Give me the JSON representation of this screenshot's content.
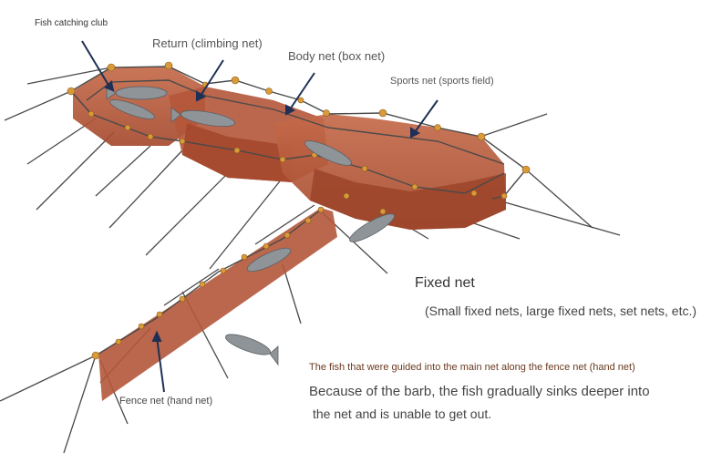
{
  "labels": {
    "fish_club": "Fish catching club",
    "return_net": "Return (climbing net)",
    "body_net": "Body net (box net)",
    "sports_net": "Sports net (sports field)",
    "fixed_net": "Fixed net",
    "fixed_net_types": "(Small fixed nets, large fixed nets, set nets, etc.)",
    "fence_net": "Fence net (hand net)",
    "guided": "The fish that were guided into the main net along the fence net (hand net)",
    "barb_line1": "Because of the barb, the fish gradually sinks deeper into",
    "barb_line2": "the net and is unable to get out."
  },
  "colors": {
    "net_fill": "#b85a3c",
    "net_fill_dark": "#9c4429",
    "rope": "#4a4a4a",
    "float": "#d99a3a",
    "arrow": "#1f2f55",
    "fish": "#8f9498"
  },
  "icons": [
    "fish-icon",
    "float-buoy-icon",
    "pointer-arrow-icon"
  ]
}
